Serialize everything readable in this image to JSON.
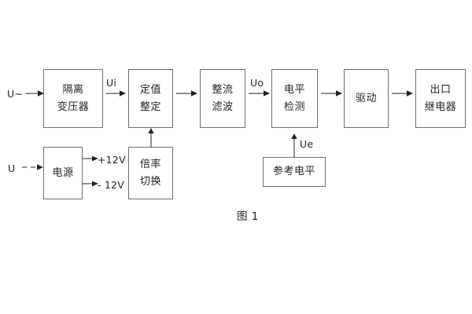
{
  "figure": {
    "caption": "图 1",
    "stroke_color": "#6f6f70",
    "text_color": "#231f20",
    "background": "#ffffff"
  },
  "blocks": [
    {
      "id": "isolation-transformer",
      "lines": [
        "隔离",
        "变压器"
      ]
    },
    {
      "id": "setting-value",
      "lines": [
        "定值",
        "整定"
      ]
    },
    {
      "id": "rectify-filter",
      "lines": [
        "整流",
        "滤波"
      ]
    },
    {
      "id": "level-detection",
      "lines": [
        "电平",
        "检测"
      ]
    },
    {
      "id": "drive",
      "lines": [
        "驱动"
      ]
    },
    {
      "id": "output-relay",
      "lines": [
        "出口",
        "继电器"
      ]
    },
    {
      "id": "power-supply",
      "lines": [
        "电源"
      ]
    },
    {
      "id": "ratio-switch",
      "lines": [
        "倍率",
        "切换"
      ]
    },
    {
      "id": "reference-level",
      "lines": [
        "参考电平"
      ]
    }
  ],
  "signals": {
    "input_ac": "U~",
    "input_dc": "U",
    "ui": "Ui",
    "uo": "Uo",
    "ue": "Ue",
    "rail_positive": "+12V",
    "rail_negative": "- 12V"
  },
  "icons": {
    "arrow_right": "arrow-right-icon",
    "arrow_up": "arrow-up-icon",
    "dashed_arrow_right": "dashed-arrow-right-icon"
  }
}
